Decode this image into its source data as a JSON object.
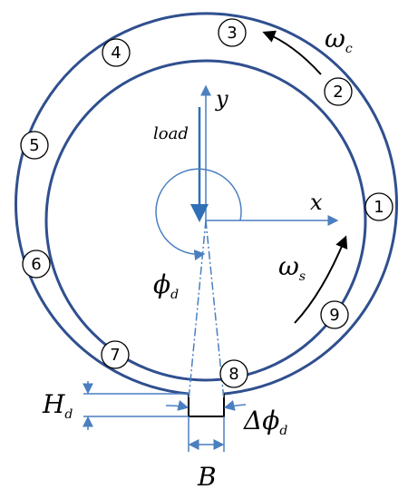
{
  "diagram": {
    "labels": {
      "omega_c": {
        "main": "ω",
        "sub": "c"
      },
      "omega_s": {
        "main": "ω",
        "sub": "s"
      },
      "y_axis": "y",
      "x_axis": "x",
      "load": "load",
      "phi_d": {
        "main": "ϕ",
        "sub": "d"
      },
      "H_d": {
        "main": "H",
        "sub": "d"
      },
      "delta_phi_d": {
        "main": "Δϕ",
        "sub": "d"
      },
      "B": "B"
    },
    "numbered_markers": [
      "1",
      "2",
      "3",
      "4",
      "5",
      "6",
      "7",
      "8",
      "9"
    ],
    "colors": {
      "ring": "#2f4f8f",
      "axis": "#4a7fc0",
      "load": "#2f6fb6",
      "text": "#000000"
    }
  }
}
